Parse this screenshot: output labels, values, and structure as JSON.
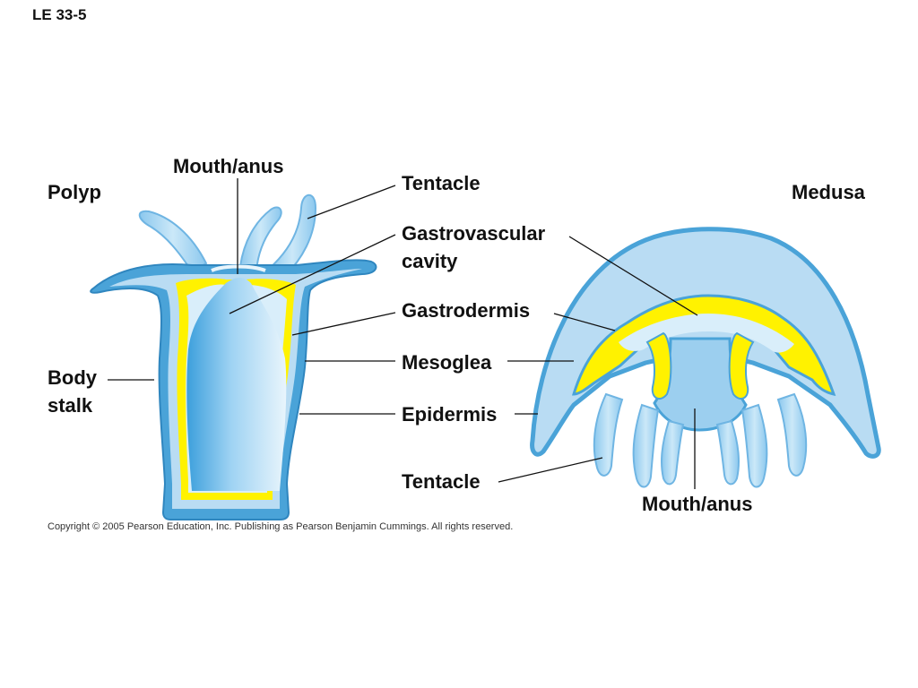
{
  "slide_id": "LE 33-5",
  "titles": {
    "polyp": "Polyp",
    "medusa": "Medusa"
  },
  "labels": {
    "mouth_anus_top": "Mouth/anus",
    "tentacle_top": "Tentacle",
    "gastrovascular_line1": "Gastrovascular",
    "gastrovascular_line2": "cavity",
    "gastrodermis": "Gastrodermis",
    "mesoglea": "Mesoglea",
    "epidermis": "Epidermis",
    "tentacle_bottom": "Tentacle",
    "body_stalk_line1": "Body",
    "body_stalk_line2": "stalk",
    "mouth_anus_bottom": "Mouth/anus"
  },
  "copyright": "Copyright © 2005 Pearson Education, Inc. Publishing as Pearson Benjamin Cummings. All rights reserved.",
  "colors": {
    "epidermis": "#4aa3d8",
    "epidermis_light": "#b9dcf3",
    "mesoglea": "#fff200",
    "cavity": "#7cc4ee",
    "tentacle": "#a8d4f0",
    "leader": "#111111"
  }
}
